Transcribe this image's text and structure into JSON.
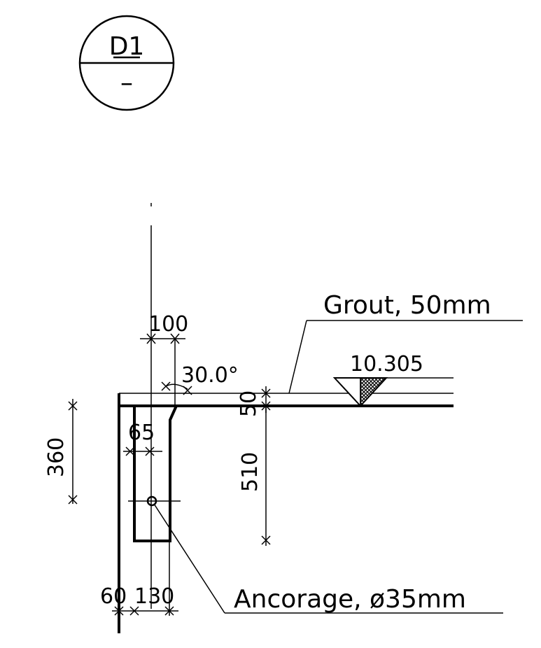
{
  "detail_marker": {
    "top_label": "D1",
    "bottom_label": "–"
  },
  "annotations": {
    "grout": "Grout, 50mm",
    "anchorage": "Ancorage, ø35mm",
    "elevation": "10.305"
  },
  "dimensions": {
    "d100": "100",
    "angle": "30.0°",
    "d50": "50",
    "d65": "65",
    "d360": "360",
    "d510": "510",
    "d60": "60",
    "d130": "130"
  },
  "colors": {
    "line": "#000000",
    "background": "#ffffff"
  }
}
